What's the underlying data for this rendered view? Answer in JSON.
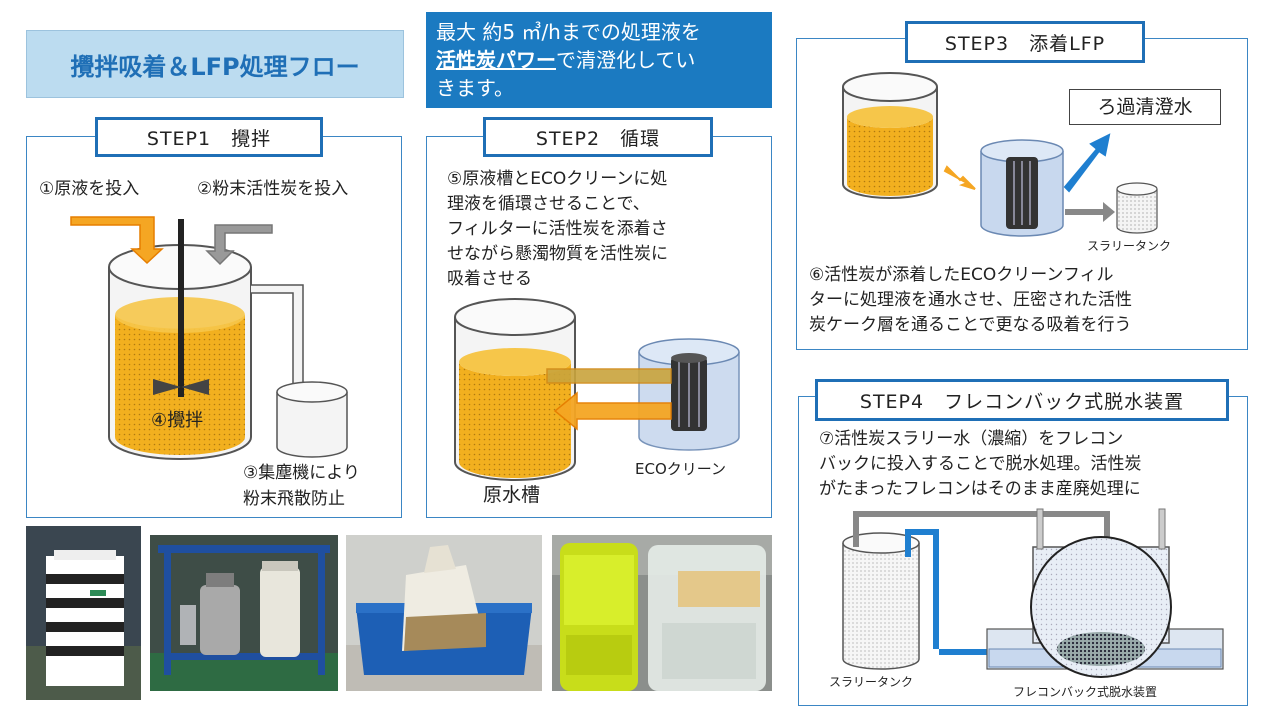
{
  "title": "攪拌吸着＆LFP処理フロー",
  "banner": {
    "line1": "最大 約5 ㎥/hまでの処理液を",
    "highlight": "活性炭パワー",
    "line2_rest": "で清澄化してい",
    "line3": "きます。"
  },
  "step1": {
    "title": "STEP1　攪拌",
    "label_input1": "①原液を投入",
    "label_input2": "②粉末活性炭を投入",
    "label_stir": "④攪拌",
    "label_dust1": "③集塵機により",
    "label_dust2": "粉末飛散防止"
  },
  "step2": {
    "title": "STEP2　循環",
    "desc": [
      "⑤原液槽とECOクリーンに処",
      "理液を循環させることで、",
      "フィルターに活性炭を添着さ",
      "せながら懸濁物質を活性炭に",
      "吸着させる"
    ],
    "label_tank": "原水槽",
    "label_eco": "ECOクリーン"
  },
  "step3": {
    "title": "STEP3　添着LFP",
    "label_filtered": "ろ過清澄水",
    "label_slurry": "スラリータンク",
    "desc": [
      "⑥活性炭が添着したECOクリーンフィル",
      "ターに処理液を通水させ、圧密された活性",
      "炭ケーク層を通ることで更なる吸着を行う"
    ]
  },
  "step4": {
    "title": "STEP4　フレコンバック式脱水装置",
    "desc": [
      "⑦活性炭スラリー水（濃縮）をフレコン",
      "バックに投入することで脱水処理。活性炭",
      "がたまったフレコンはそのまま産廃処理に"
    ],
    "label_slurry": "スラリータンク",
    "label_device": "フレコンバック式脱水装置"
  },
  "colors": {
    "accent_blue": "#1f6fb6",
    "banner_blue": "#1b7ac1",
    "liquid_orange": "#f2b01f",
    "arrow_gray": "#8a8a8a",
    "arrow_blue": "#1f7fd0"
  }
}
